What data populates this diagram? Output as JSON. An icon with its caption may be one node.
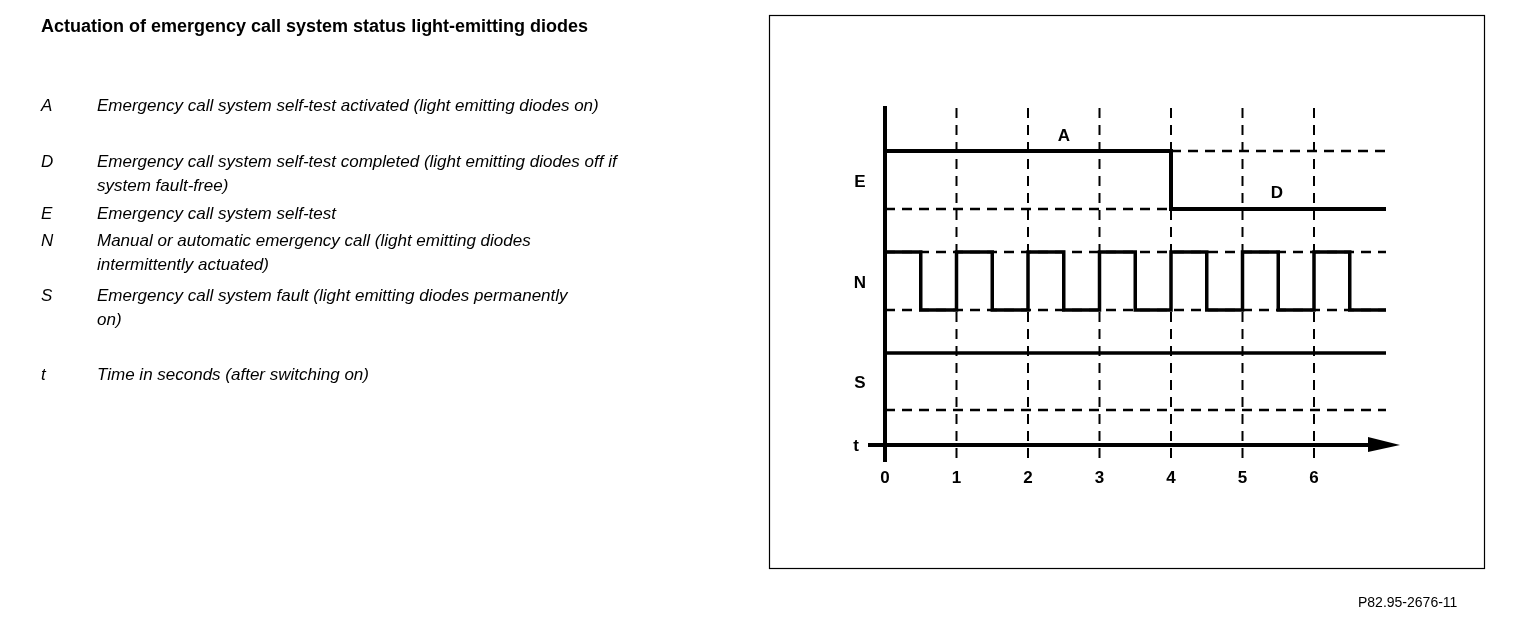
{
  "diagram": {
    "title": "Actuation of emergency call system status light-emitting diodes",
    "labels": [
      "A",
      "Emergency call system self-test activated (light emitting diodes on)",
      "D",
      "Emergency call system self-test completed (light emitting diodes off if system fault-free)",
      "E",
      "Emergency call system self-test",
      "N",
      "Manual or automatic emergency call (light emitting diodes intermittently actuated)",
      "S",
      "Emergency call system fault (light emitting diodes permanently on)",
      "t",
      "Time in seconds (after switching on)",
      "A",
      "E",
      "D",
      "N",
      "S",
      "t",
      "0",
      "1",
      "2",
      "3",
      "4",
      "5",
      "6",
      "P82.95-2676-11"
    ]
  }
}
